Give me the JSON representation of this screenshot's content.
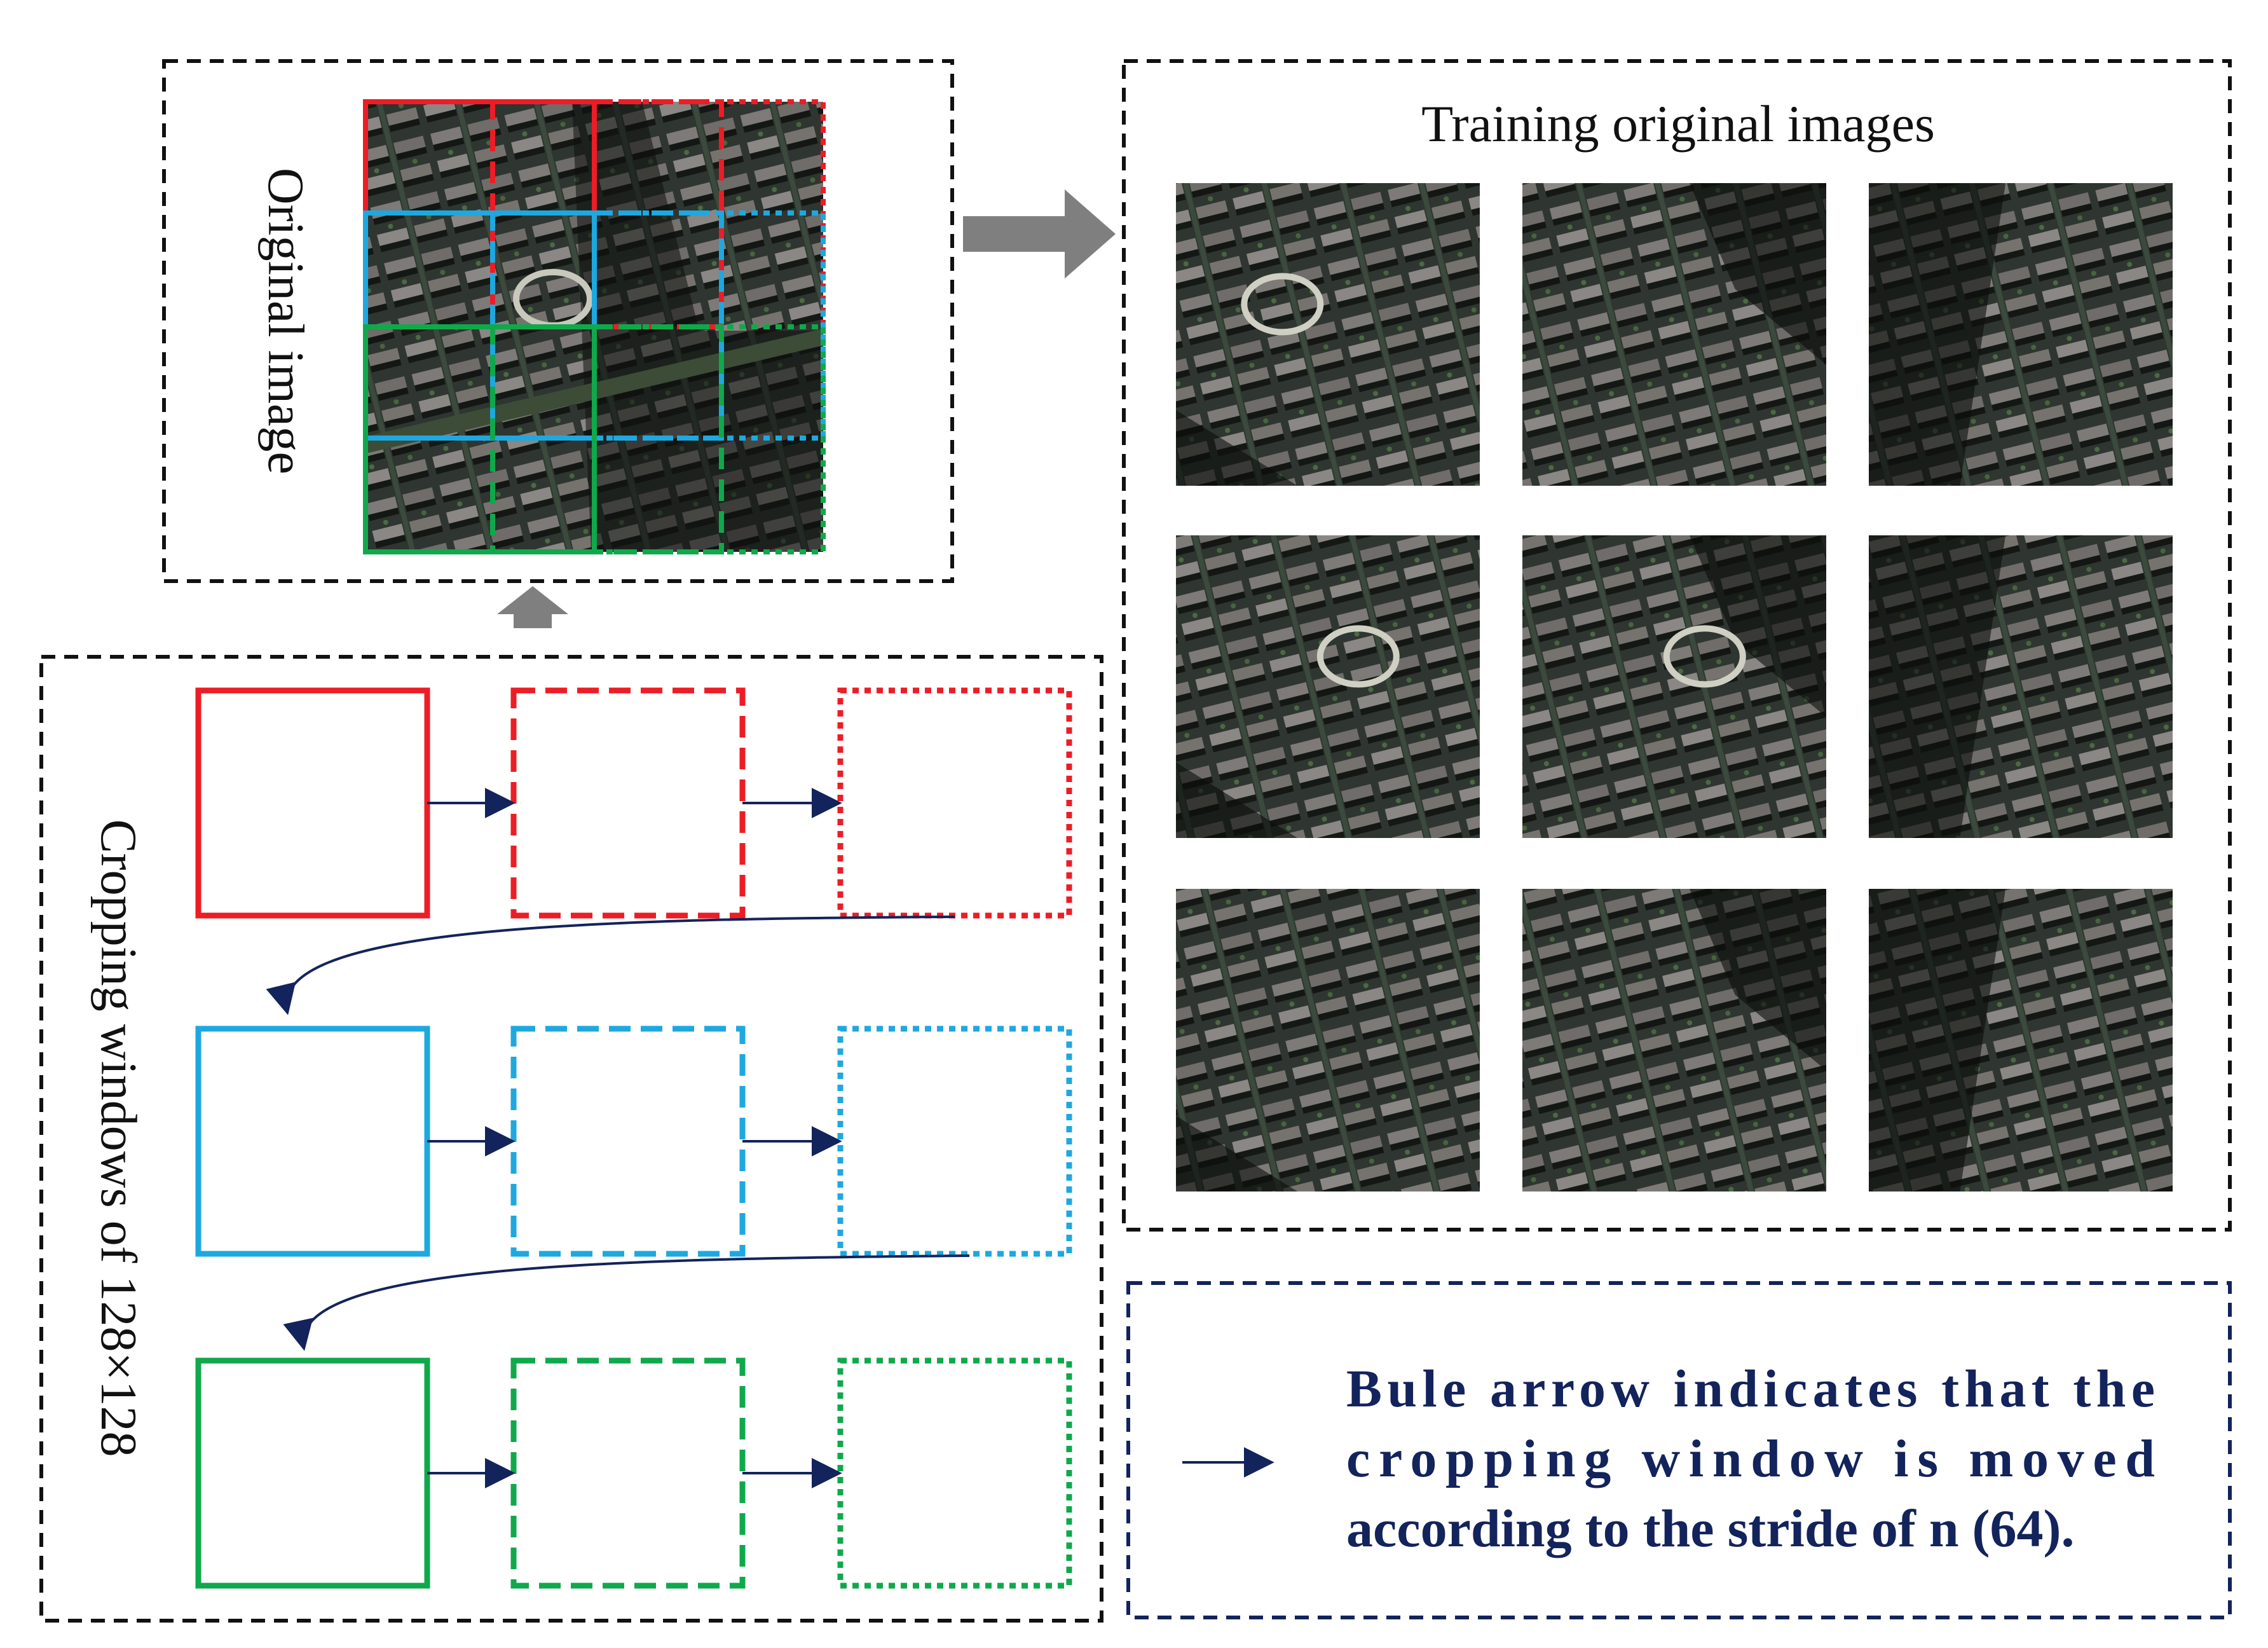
{
  "original_panel": {
    "label": "Original image"
  },
  "cropping_panel": {
    "label": "Cropping windows of 128×128"
  },
  "training_panel": {
    "title": "Training original images",
    "tile_count": 9
  },
  "legend": {
    "lines": [
      "Bule arrow indicates that the",
      "cropping window is moved",
      "according to the stride of n (64)."
    ]
  },
  "colors": {
    "red": "#ee1c25",
    "blue": "#1ea8e0",
    "green": "#0fa94b",
    "navy": "#13235b",
    "frame": "#111111",
    "big_arrow": "#7f7f7f"
  },
  "window_rows": [
    {
      "color": "red",
      "styles": [
        "solid",
        "dashed",
        "dotted"
      ]
    },
    {
      "color": "blue",
      "styles": [
        "solid",
        "dashed",
        "dotted"
      ]
    },
    {
      "color": "green",
      "styles": [
        "solid",
        "dashed",
        "dotted"
      ]
    }
  ]
}
